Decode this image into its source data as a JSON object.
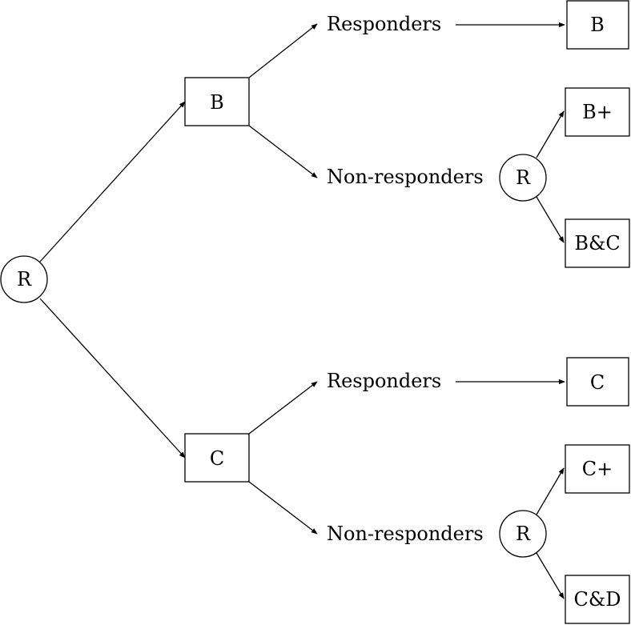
{
  "diagram": {
    "root": "R",
    "treatment_b": "B",
    "treatment_c": "C",
    "b_responders": "Responders",
    "b_nonresponders": "Non-responders",
    "b_rerandomize": "R",
    "b_continue": "B",
    "b_augment": "B+",
    "b_combine": "B&C",
    "c_responders": "Responders",
    "c_nonresponders": "Non-responders",
    "c_rerandomize": "R",
    "c_continue": "C",
    "c_augment": "C+",
    "c_combine": "C&D"
  }
}
